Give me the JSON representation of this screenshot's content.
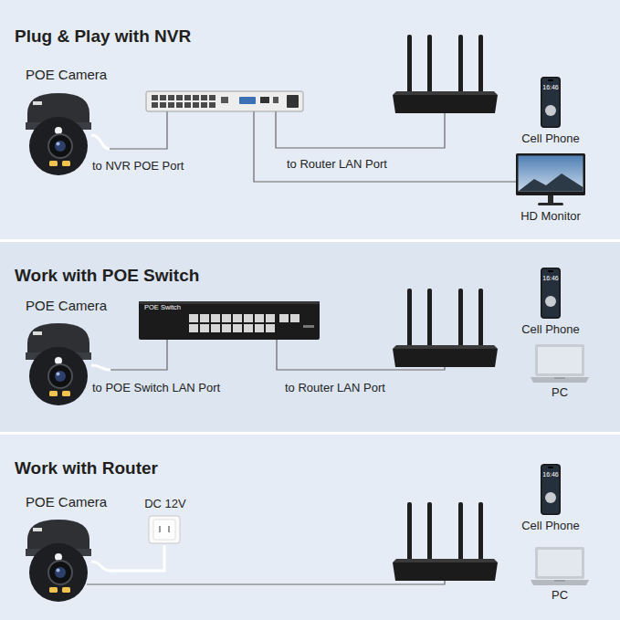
{
  "diagram": {
    "nodes": [
      {
        "text": [
          "Plug & Play with NVR"
        ]
      },
      {
        "text": [
          "POE Camera"
        ],
        "in": 0
      },
      {
        "text": [
          "16:46",
          "Cell Phone"
        ],
        "in": 0
      },
      {
        "text": [
          "HD Monitor"
        ],
        "in": 0
      },
      {
        "text": [
          "Work with POE Switch"
        ]
      },
      {
        "text": [
          "POE Camera"
        ],
        "in": 4
      },
      {
        "text": [
          "POE Switch"
        ],
        "in": 4
      },
      {
        "text": [
          "16:46",
          "Cell Phone"
        ],
        "in": 4
      },
      {
        "text": [
          "PC"
        ],
        "in": 4
      },
      {
        "text": [
          "Work with Router"
        ]
      },
      {
        "text": [
          "POE Camera"
        ],
        "in": 9
      },
      {
        "text": [
          "DC 12V"
        ],
        "in": 9
      },
      {
        "text": [
          "16:46",
          "Cell Phone"
        ],
        "in": 9
      },
      {
        "text": [
          "PC"
        ],
        "in": 9
      }
    ],
    "edges": [
      {
        "from": 5,
        "to": 6,
        "label": "to POE Switch LAN Port",
        "arrow": "none"
      },
      {
        "from": 10,
        "to": 11,
        "arrow": "none"
      }
    ],
    "labels": [
      "to NVR POE Port",
      "to Router LAN Port",
      "to Router LAN Port"
    ]
  }
}
